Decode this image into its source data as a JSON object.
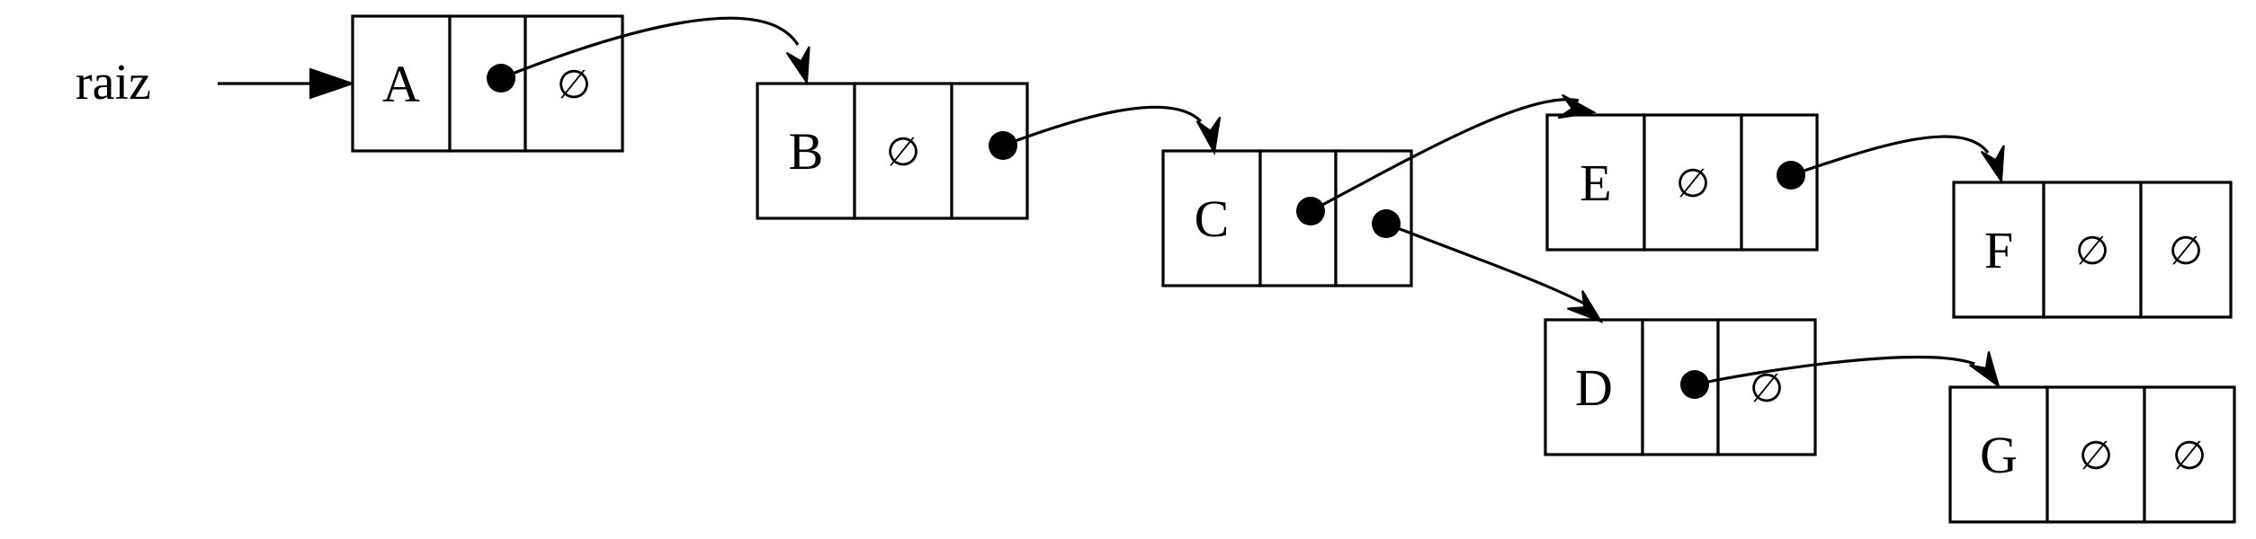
{
  "root": {
    "label": "raiz"
  },
  "null_symbol": "∅",
  "nodes": [
    {
      "id": "A",
      "label": "A",
      "left": "ptr",
      "right": "null"
    },
    {
      "id": "B",
      "label": "B",
      "left": "null",
      "right": "ptr"
    },
    {
      "id": "C",
      "label": "C",
      "left": "ptr",
      "right": "ptr"
    },
    {
      "id": "E",
      "label": "E",
      "left": "null",
      "right": "ptr"
    },
    {
      "id": "F",
      "label": "F",
      "left": "null",
      "right": "null"
    },
    {
      "id": "D",
      "label": "D",
      "left": "ptr",
      "right": "null"
    },
    {
      "id": "G",
      "label": "G",
      "left": "null",
      "right": "null"
    }
  ],
  "edges": [
    {
      "from": "A",
      "slot": "left",
      "to": "B"
    },
    {
      "from": "B",
      "slot": "right",
      "to": "C"
    },
    {
      "from": "C",
      "slot": "left",
      "to": "E"
    },
    {
      "from": "C",
      "slot": "right",
      "to": "D"
    },
    {
      "from": "E",
      "slot": "right",
      "to": "F"
    },
    {
      "from": "D",
      "slot": "left",
      "to": "G"
    }
  ],
  "colors": {
    "stroke": "#000000",
    "background": "#ffffff"
  }
}
